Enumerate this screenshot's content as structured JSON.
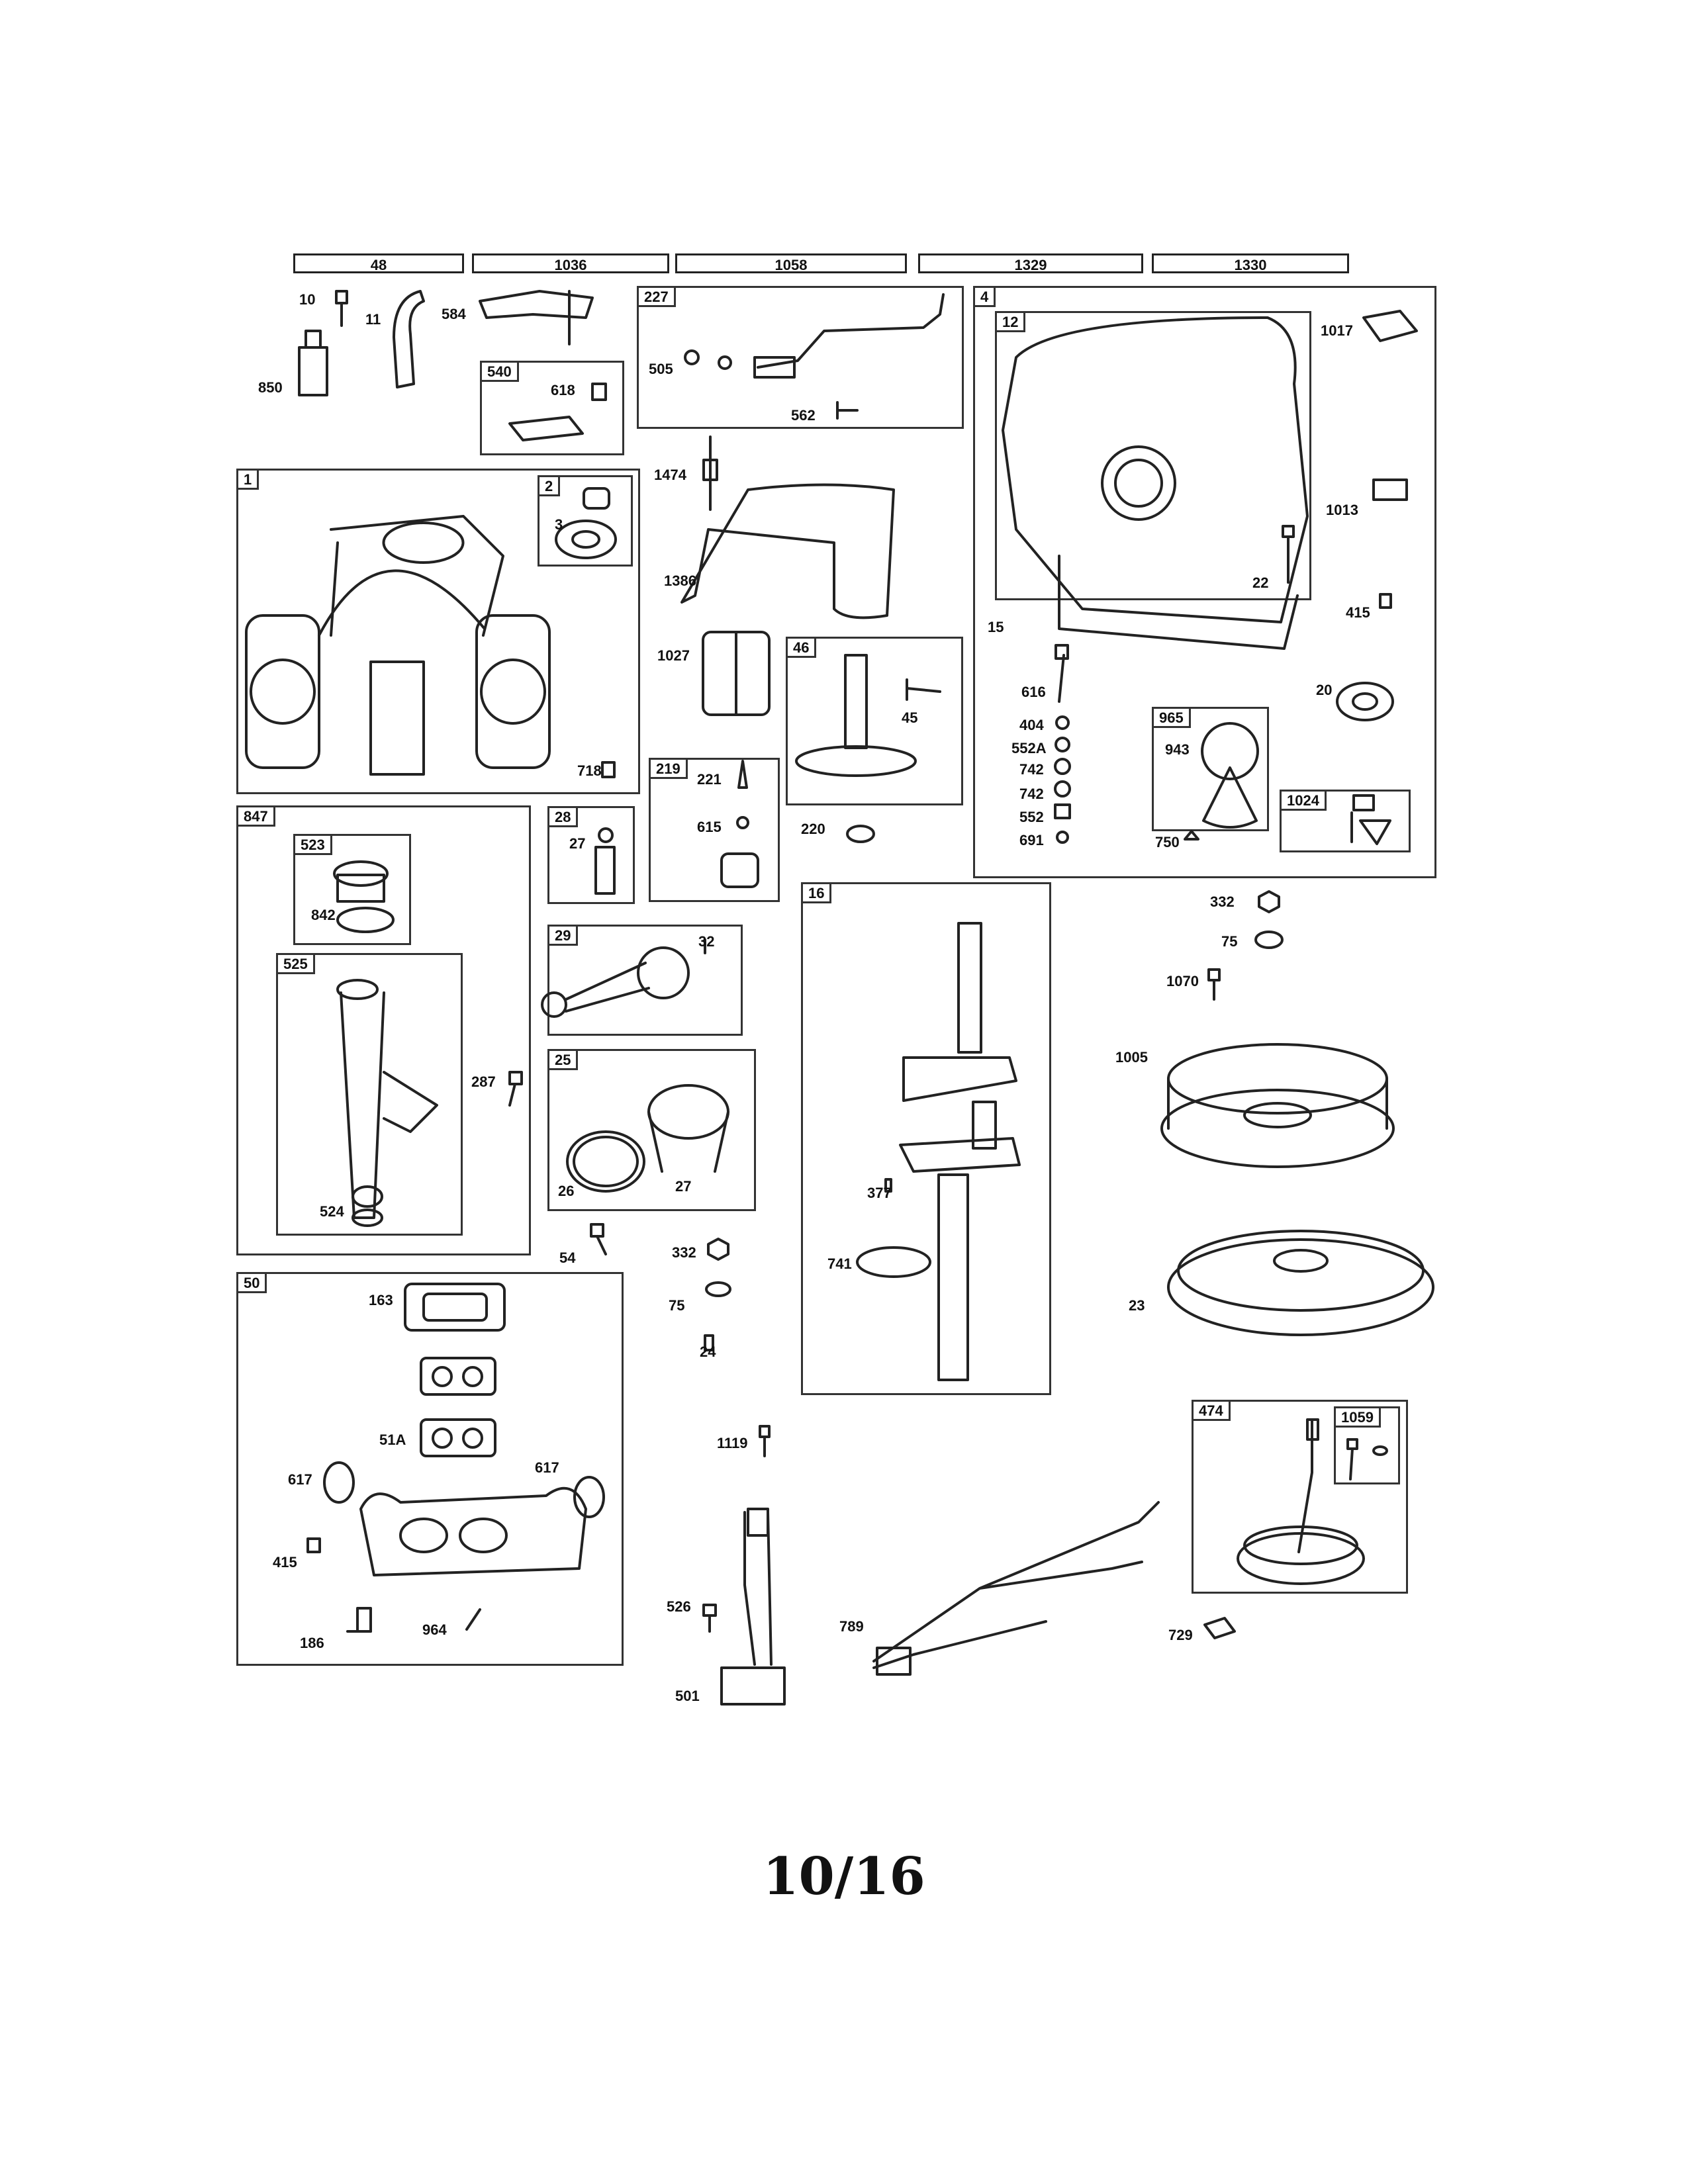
{
  "header_refs": [
    "48",
    "1036",
    "1058",
    "1329",
    "1330"
  ],
  "boxes": {
    "b227": "227",
    "b540": "540",
    "b4": "4",
    "b12": "12",
    "b1": "1",
    "b2": "2",
    "b46": "46",
    "b219": "219",
    "b965": "965",
    "b1024": "1024",
    "b847": "847",
    "b523": "523",
    "b525": "525",
    "b28": "28",
    "b29": "29",
    "b25": "25",
    "b16": "16",
    "b50": "50",
    "b474": "474",
    "b1059": "1059"
  },
  "labels": {
    "l10": "10",
    "l11": "11",
    "l584": "584",
    "l850": "850",
    "l618": "618",
    "l505": "505",
    "l562": "562",
    "l1017": "1017",
    "l1013": "1013",
    "l22": "22",
    "l415a": "415",
    "l15": "15",
    "l616": "616",
    "l404": "404",
    "l552a": "552A",
    "l742a": "742",
    "l742b": "742",
    "l552": "552",
    "l691": "691",
    "l943": "943",
    "l750": "750",
    "l20": "20",
    "l1474": "1474",
    "l1386": "1386",
    "l1027": "1027",
    "l45": "45",
    "l220": "220",
    "l221": "221",
    "l615": "615",
    "l3": "3",
    "l718": "718",
    "l27a": "27",
    "l32": "32",
    "l26": "26",
    "l27b": "27",
    "l842": "842",
    "l287": "287",
    "l524": "524",
    "l54": "54",
    "l332a": "332",
    "l75a": "75",
    "l24": "24",
    "l332b": "332",
    "l75b": "75",
    "l1070": "1070",
    "l1005": "1005",
    "l377": "377",
    "l741": "741",
    "l23": "23",
    "l163": "163",
    "l51a": "51A",
    "l617a": "617",
    "l617b": "617",
    "l415b": "415",
    "l186": "186",
    "l964": "964",
    "l1119": "1119",
    "l526": "526",
    "l501": "501",
    "l789": "789",
    "l729": "729"
  },
  "page_number": "10/16"
}
